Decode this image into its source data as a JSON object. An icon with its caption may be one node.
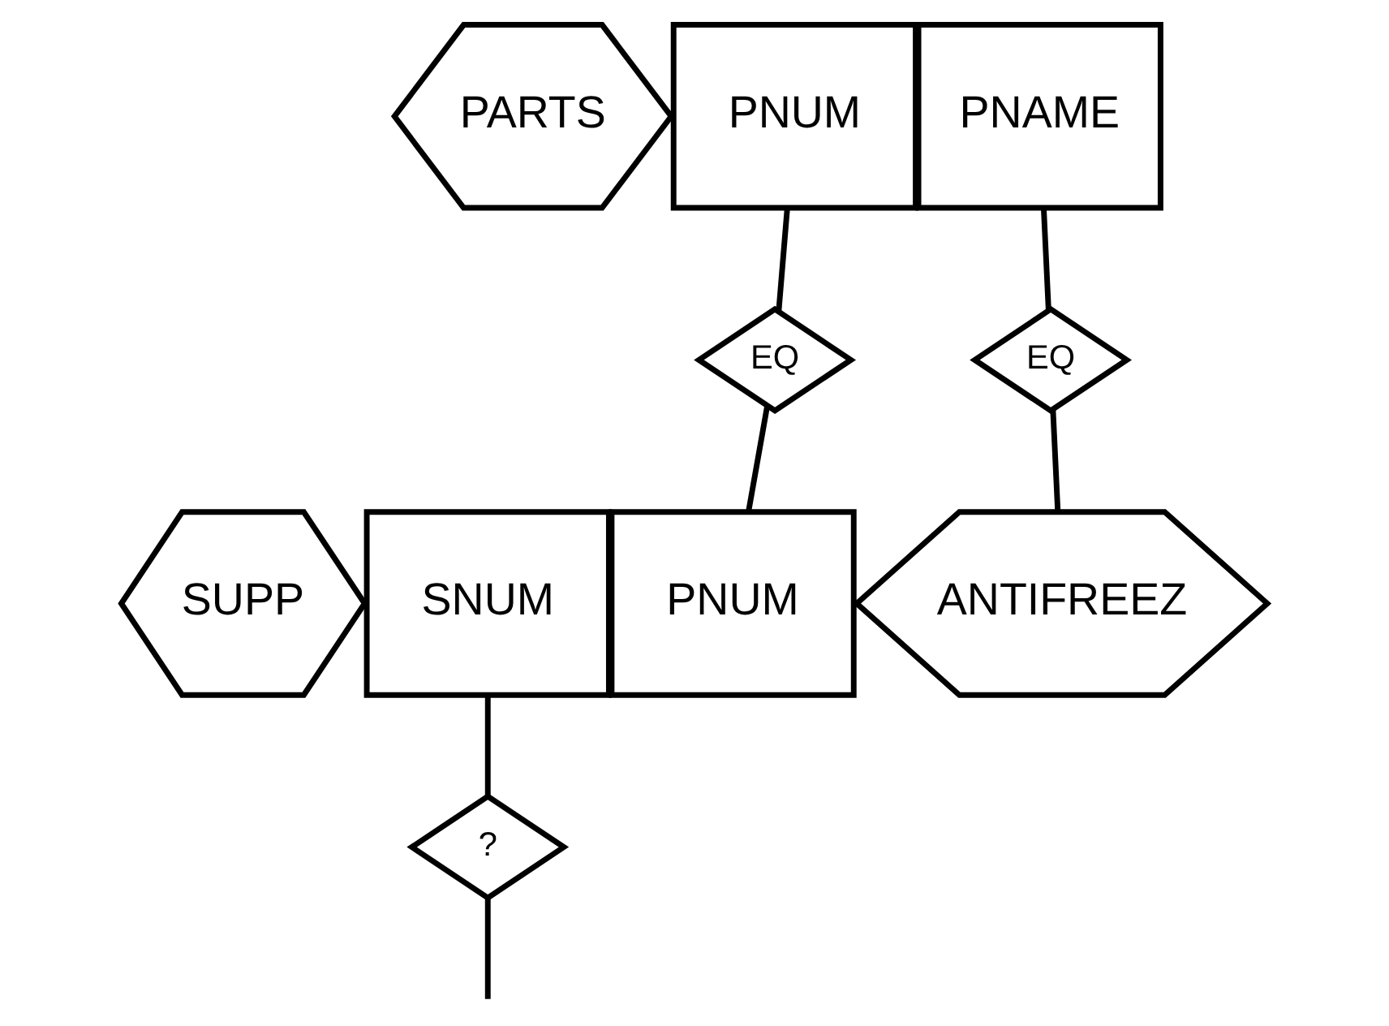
{
  "diagram": {
    "nodes": [
      {
        "text": [
          "PARTS"
        ]
      },
      {
        "text": [
          "PNUM"
        ]
      },
      {
        "text": [
          "PNAME"
        ]
      },
      {
        "text": [
          "EQ"
        ]
      },
      {
        "text": [
          "EQ"
        ]
      },
      {
        "text": [
          "ANTIFREEZ"
        ]
      },
      {
        "text": [
          "SUPP"
        ]
      },
      {
        "text": [
          "SNUM"
        ]
      },
      {
        "text": [
          "PNUM"
        ]
      },
      {
        "text": [
          "?"
        ]
      }
    ],
    "edges": [
      {
        "from": 1,
        "to": 3,
        "arrow": "none"
      },
      {
        "from": 3,
        "to": 8,
        "arrow": "none"
      },
      {
        "from": 2,
        "to": 4,
        "arrow": "none"
      },
      {
        "from": 4,
        "to": 5,
        "arrow": "none"
      },
      {
        "from": 7,
        "to": 9,
        "arrow": "none"
      },
      {
        "from": 9,
        "to": null,
        "arrow": "none"
      }
    ]
  }
}
